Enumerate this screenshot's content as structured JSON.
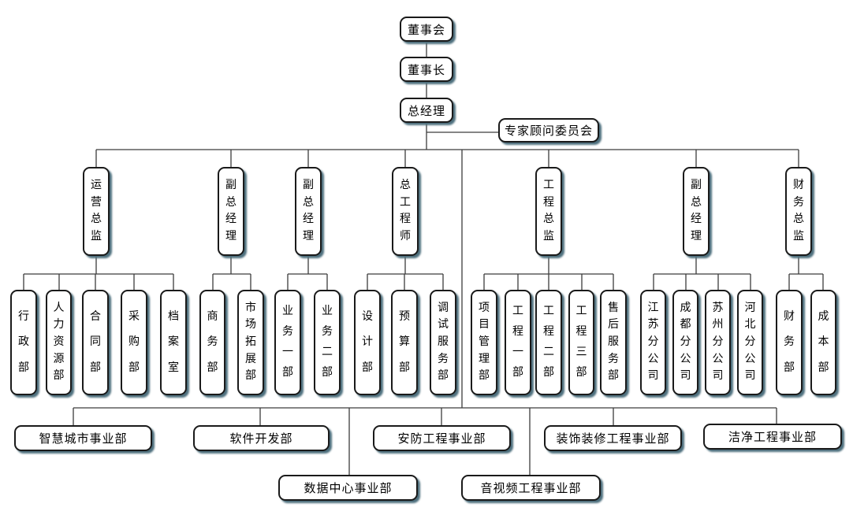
{
  "org": {
    "top_chain": [
      "董事会",
      "董事长",
      "总经理"
    ],
    "advisory": "专家顾问委员会",
    "divisions": [
      {
        "head": "运营总监",
        "departments": [
          "行政部",
          "人力资源部",
          "合同部",
          "采购部",
          "档案室"
        ]
      },
      {
        "head": "副总经理",
        "departments": [
          "商务部",
          "市场拓展部"
        ]
      },
      {
        "head": "副总经理",
        "departments": [
          "业务一部",
          "业务二部"
        ]
      },
      {
        "head": "总工程师",
        "departments": [
          "设计部",
          "预算部",
          "调试服务部"
        ]
      },
      {
        "head": "工程总监",
        "departments": [
          "项目管理部",
          "工程一部",
          "工程二部",
          "工程三部",
          "售后服务部"
        ]
      },
      {
        "head": "副总经理",
        "departments": [
          "江苏分公司",
          "成都分公司",
          "苏州分公司",
          "河北分公司"
        ]
      },
      {
        "head": "财务总监",
        "departments": [
          "财务部",
          "成本部"
        ]
      }
    ],
    "business_units": {
      "row1": [
        "智慧城市事业部",
        "软件开发部",
        "安防工程事业部",
        "装饰装修工程事业部",
        "洁净工程事业部"
      ],
      "row2": [
        "数据中心事业部",
        "音视频工程事业部"
      ]
    }
  },
  "colors": {
    "box_fill": "#ffffff",
    "box_border": "#1a1a1a",
    "box_shadow": "#4e707e",
    "line": "#3c3c3c",
    "text": "#000000"
  }
}
